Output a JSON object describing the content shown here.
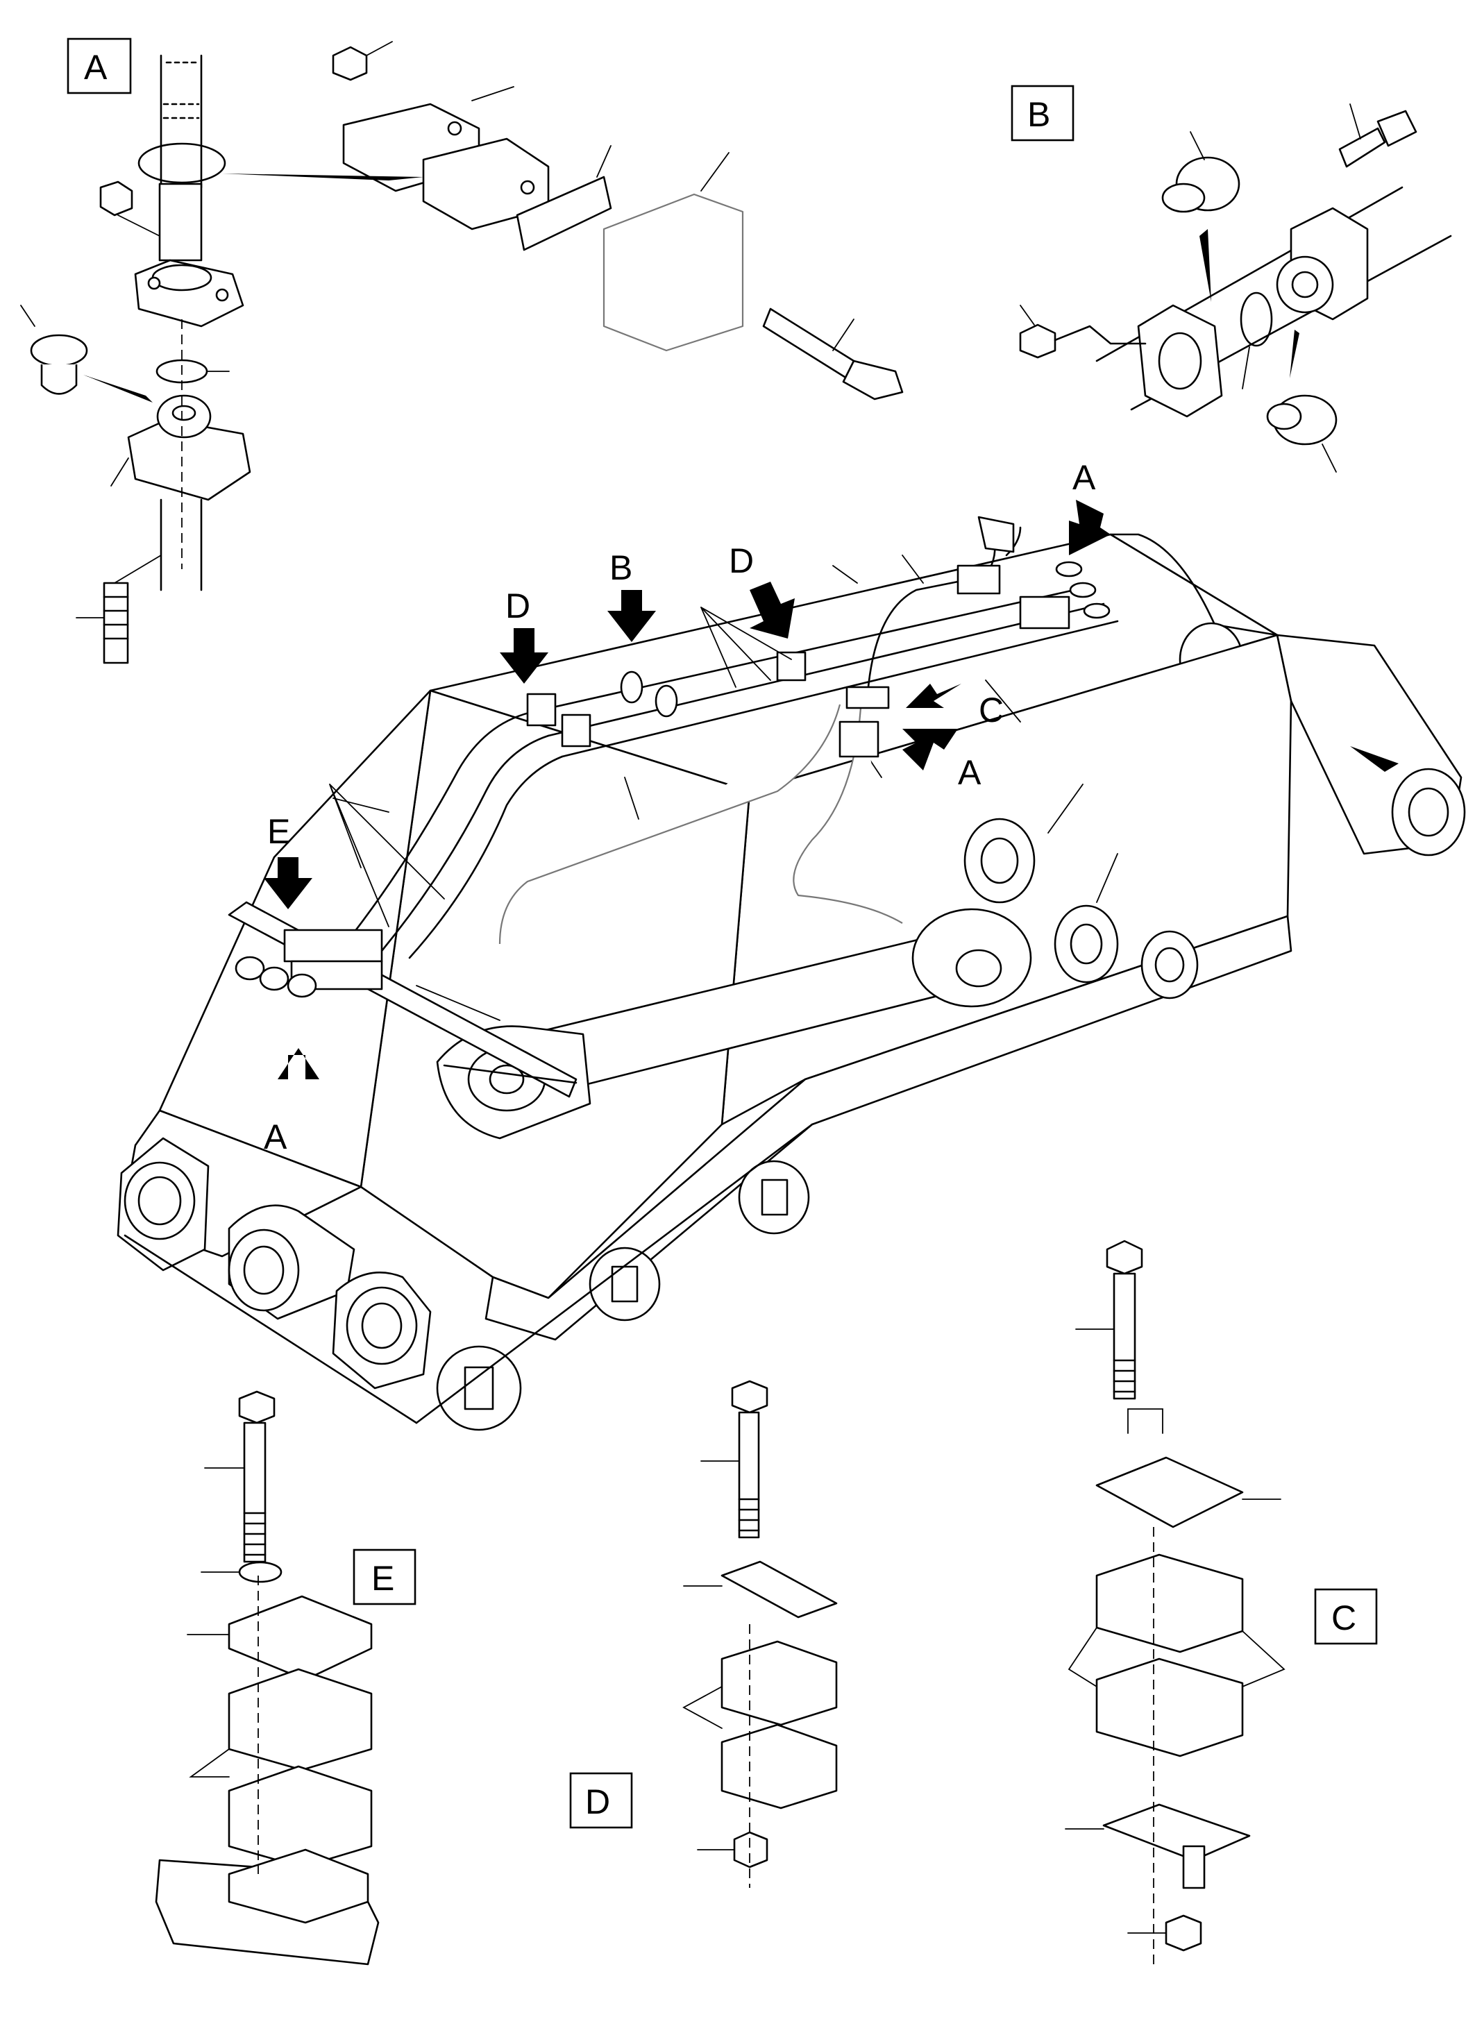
{
  "detail_views": {
    "A": "A",
    "B": "B",
    "C": "C",
    "D": "D",
    "E": "E"
  },
  "callouts": {
    "a_top_right": "A",
    "a_center": "A",
    "a_left": "A",
    "b_top": "B",
    "c_center": "C",
    "d_left": "D",
    "d_center": "D",
    "e_left": "E"
  }
}
